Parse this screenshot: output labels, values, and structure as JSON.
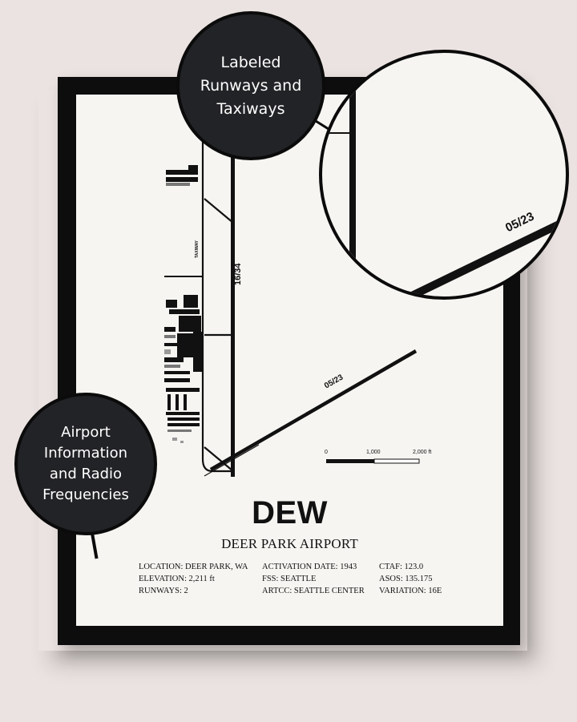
{
  "poster": {
    "code": "DEW",
    "name": "DEER PARK AIRPORT",
    "runway_main": "16/34",
    "runway_cross": "05/23",
    "taxiway_label": "TAXIWAY",
    "scale": {
      "tick_0": "0",
      "tick_1": "1,000",
      "tick_2": "2,000 ft"
    },
    "info": {
      "col1": [
        "LOCATION: DEER PARK, WA",
        "ELEVATION: 2,211 ft",
        "RUNWAYS: 2"
      ],
      "col2": [
        "ACTIVATION DATE: 1943",
        "FSS: SEATTLE",
        "ARTCC: SEATTLE CENTER"
      ],
      "col3": [
        "CTAF: 123.0",
        "ASOS: 135.175",
        "VARIATION: 16E"
      ]
    }
  },
  "callouts": {
    "top": [
      "Labeled",
      "Runways and",
      "Taxiways"
    ],
    "left": [
      "Airport",
      "Information",
      "and Radio",
      "Frequencies"
    ]
  },
  "zoom": {
    "runway_label": "05/23"
  },
  "colors": {
    "wall": "#ebe3e1",
    "frame": "#0d0d0d",
    "paper": "#f6f5f2",
    "bubble": "#222326",
    "ink": "#111111"
  }
}
